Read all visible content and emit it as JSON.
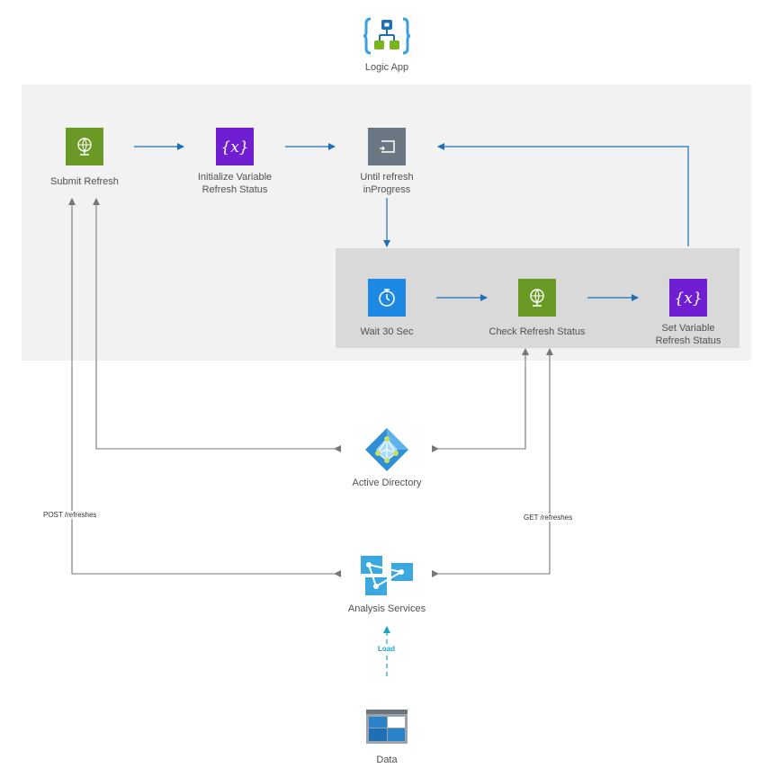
{
  "logic_app": {
    "label": "Logic App"
  },
  "nodes": {
    "submit_refresh": "Submit Refresh",
    "init_variable": "Initialize Variable\nRefresh Status",
    "until_refresh": "Until refresh\ninProgress",
    "wait": "Wait 30 Sec",
    "check_refresh": "Check Refresh Status",
    "set_variable": "Set Variable\nRefresh Status",
    "active_directory": "Active Directory",
    "analysis_services": "Analysis Services",
    "data": "Data"
  },
  "edge_labels": {
    "post": "POST /refreshes",
    "get": "GET /refreshes",
    "load": "Load"
  },
  "colors": {
    "flow_arrow": "#1f6fb5",
    "gray_arrow": "#777777",
    "load_arrow": "#1aa3c9",
    "green_tile": "#6a9a25",
    "purple_tile": "#6f1fd1",
    "gray_tile": "#6b7884",
    "blue_tile": "#1e88e5",
    "outer_panel": "#f2f2f2",
    "inner_panel": "#d9d9d9"
  },
  "icons": {
    "logic_app": "logic-app-icon",
    "submit_refresh": "http-globe-icon",
    "init_variable": "variable-icon",
    "until_refresh": "until-loop-icon",
    "wait": "stopwatch-icon",
    "check_refresh": "http-globe-icon",
    "set_variable": "variable-icon",
    "active_directory": "active-directory-icon",
    "analysis_services": "analysis-services-icon",
    "data": "data-table-icon"
  }
}
